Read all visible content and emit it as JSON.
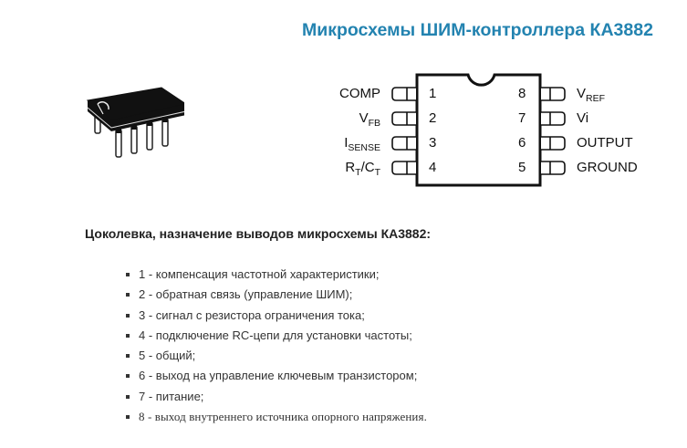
{
  "title": "Микросхемы ШИМ-контроллера КА3882",
  "chip_photo": {
    "icon": "dip8-package-icon"
  },
  "pinout": {
    "left_pins": [
      {
        "number": "1",
        "name": "COMP",
        "sub": ""
      },
      {
        "number": "2",
        "name": "V",
        "sub": "FB"
      },
      {
        "number": "3",
        "name": "I",
        "sub": "SENSE"
      },
      {
        "number": "4",
        "name": "R",
        "sub": "T",
        "name2": "/C",
        "sub2": "T"
      }
    ],
    "right_pins": [
      {
        "number": "8",
        "name": "V",
        "sub": "REF"
      },
      {
        "number": "7",
        "name": "Vi",
        "sub": ""
      },
      {
        "number": "6",
        "name": "OUTPUT",
        "sub": ""
      },
      {
        "number": "5",
        "name": "GROUND",
        "sub": ""
      }
    ]
  },
  "subheading": "Цоколевка, назначение выводов микросхемы КА3882:",
  "pin_descriptions": [
    "1 - компенсация частотной характеристики;",
    "2 - обратная связь (управление ШИМ);",
    "3 - сигнал с резистора ограничения тока;",
    "4 - подключение RC-цепи для установки частоты;",
    "5 - общий;",
    "6 - выход на управление ключевым транзистором;",
    "7 - питание;",
    "8 - выход внутреннего источника опорного напряжения."
  ],
  "colors": {
    "title": "#2383b0",
    "text": "#333333",
    "diagram": "#111111"
  }
}
